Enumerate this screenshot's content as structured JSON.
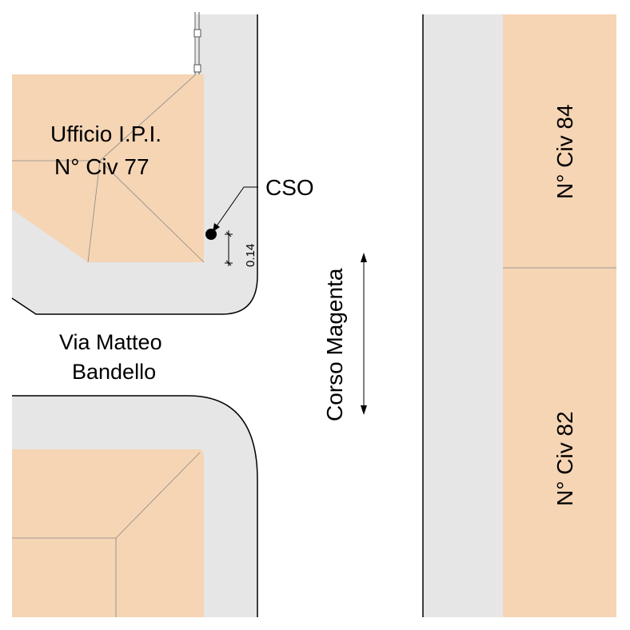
{
  "map": {
    "colors": {
      "building": "#F5D5B4",
      "sidewalk": "#E6E6E6",
      "road": "#FFFFFF",
      "outline": "#000000",
      "roofline": "#8C8C8C"
    },
    "buildings": {
      "north_west": {
        "name_line1": "Ufficio I.P.I.",
        "name_line2": "N° Civ 77"
      },
      "east_upper": {
        "label": "N° Civ 84"
      },
      "east_lower": {
        "label": "N° Civ 82"
      }
    },
    "streets": {
      "cross_street_line1": "Via Matteo",
      "cross_street_line2": "Bandello",
      "main_street": "Corso Magenta"
    },
    "marker": {
      "label": "CSO",
      "dimension": "0.14",
      "icon": "manhole-dot-icon"
    },
    "icons": {
      "direction": "double-arrow-icon",
      "dimension": "dimension-line-icon"
    }
  }
}
